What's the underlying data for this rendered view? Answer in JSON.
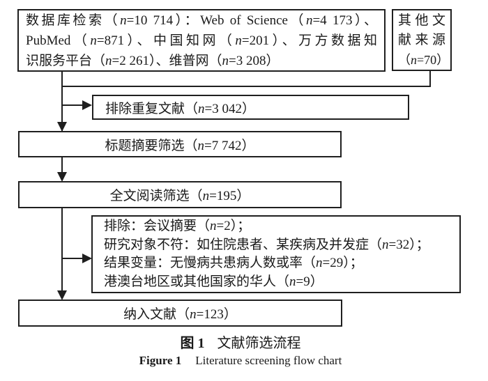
{
  "flowchart": {
    "boxes": {
      "database_search": {
        "lines": [
          "数据库检索（n=10 714）：Web of Science（n=4 173）、",
          "PubMed（n=871）、中国知网（n=201）、万方数据知",
          "识服务平台（n=2 261）、维普网（n=3 208）"
        ],
        "total_n": "10 714",
        "sources": [
          {
            "name": "Web of Science",
            "n": "4 173"
          },
          {
            "name": "PubMed",
            "n": "871"
          },
          {
            "name": "中国知网",
            "n": "201"
          },
          {
            "name": "万方数据知识服务平台",
            "n": "2 261"
          },
          {
            "name": "维普网",
            "n": "3 208"
          }
        ]
      },
      "other_sources": {
        "lines": [
          "其他文",
          "献来源",
          "（n=70）"
        ],
        "n": "70"
      },
      "duplicates_removed": {
        "label": "排除重复文献（n=3 042）",
        "n": "3 042"
      },
      "title_abstract_screening": {
        "label": "标题摘要筛选（n=7 742）",
        "n": "7 742"
      },
      "full_text_screening": {
        "label": "全文阅读筛选（n=195）",
        "n": "195"
      },
      "full_text_exclusions": {
        "lines": [
          "排除：会议摘要（n=2）；",
          "研究对象不符：如住院患者、某疾病及并发症（n=32）；",
          "结果变量：无慢病共患病人数或率（n=29）；",
          "港澳台地区或其他国家的华人（n=9）"
        ]
      },
      "included": {
        "label": "纳入文献（n=123）",
        "n": "123"
      }
    },
    "caption_zh": {
      "prefix": "图 1",
      "text": "文献筛选流程"
    },
    "caption_en": {
      "prefix": "Figure 1",
      "text": "Literature screening flow chart"
    },
    "colors": {
      "line": "#1f1f1f",
      "background": "#ffffff",
      "text": "#1a1a1a"
    }
  }
}
